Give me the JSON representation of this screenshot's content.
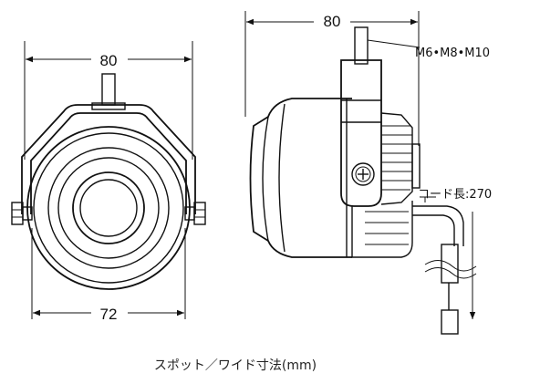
{
  "front_view": {
    "width_top": "80",
    "width_bottom": "72"
  },
  "side_view": {
    "width_top": "80",
    "bolt_label": "M6•M8•M10",
    "cord_label": "コード長:270"
  },
  "caption": "スポット／ワイド寸法(mm)"
}
